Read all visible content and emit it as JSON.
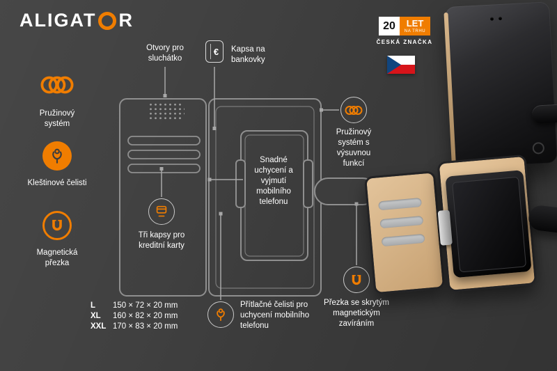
{
  "logo": {
    "full": "ALIGATOR",
    "pre": "ALIGAT",
    "post": "R"
  },
  "badge": {
    "number": "20",
    "let": "LET",
    "na_trhu": "NA TRHU",
    "claim": "ČESKÁ ZNAČKA"
  },
  "left_features": [
    {
      "icon": "spring-icon",
      "label": "Pružinový systém"
    },
    {
      "icon": "clamp-icon",
      "label": "Kleštinové čelisti"
    },
    {
      "icon": "magnet-icon",
      "label": "Magnetická přezka"
    }
  ],
  "callouts": {
    "earpiece": "Otvory pro sluchátko",
    "banknotes": "Kapsa na bankovky",
    "spring_ext": "Pružinový systém s výsuvnou funkcí",
    "easy_mount": "Snadné uchycení a vyjmutí mobilního telefonu",
    "cards": "Tři kapsy pro kreditní karty",
    "jaws": "Přítlačné čelisti pro uchycení mobilního telefonu",
    "buckle": "Přezka se skrytým magnetickým zavíráním"
  },
  "euro": {
    "symbol": "€"
  },
  "sizes": {
    "rows": [
      {
        "label": "L",
        "dims": "150 × 72 × 20 mm"
      },
      {
        "label": "XL",
        "dims": "160 × 82 × 20 mm"
      },
      {
        "label": "XXL",
        "dims": "170 × 83 × 20 mm"
      }
    ]
  },
  "colors": {
    "brand_orange": "#f07d00",
    "background": "#3d3d3d",
    "line_gray": "#9a9a9a",
    "flag_red": "#d7141a",
    "flag_blue": "#11457e"
  }
}
